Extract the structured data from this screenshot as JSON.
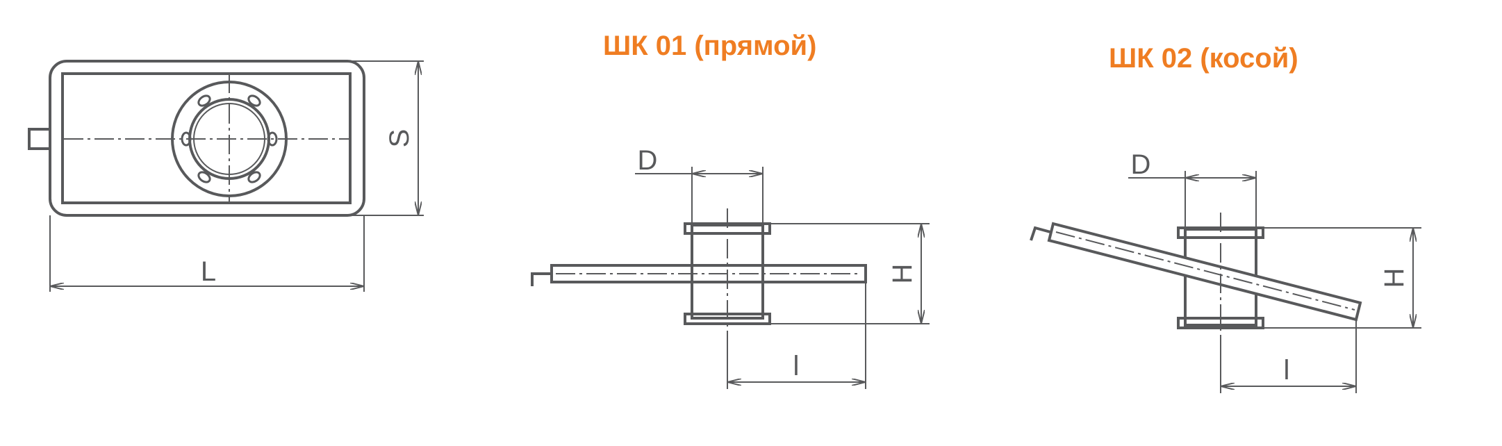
{
  "titles": {
    "straight": "ШК 01 (прямой)",
    "oblique": "ШК 02 (косой)"
  },
  "labels": {
    "top_length": "L",
    "top_width": "S",
    "straight_diameter": "D",
    "straight_height": "H",
    "straight_offset": "l",
    "oblique_diameter": "D",
    "oblique_height": "H",
    "oblique_offset": "l"
  },
  "colors": {
    "title": "#ef7d22",
    "line": "#58595b",
    "background": "#ffffff"
  }
}
